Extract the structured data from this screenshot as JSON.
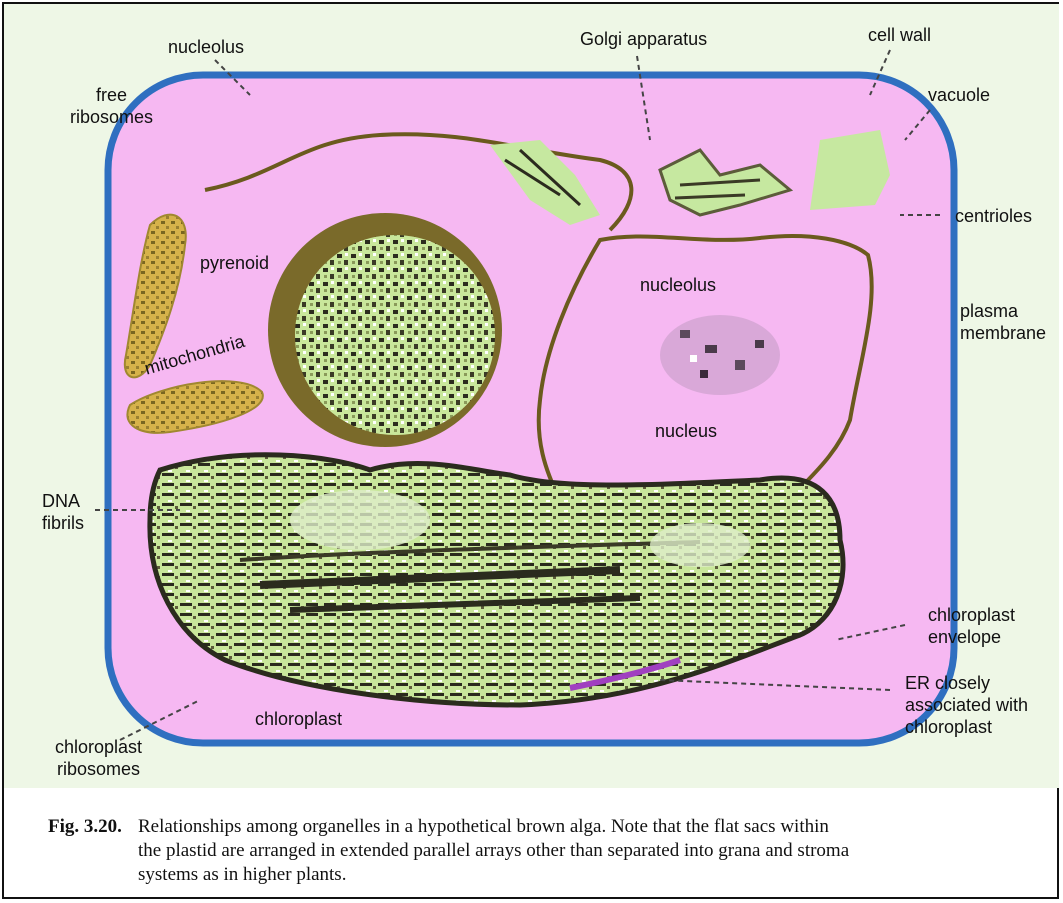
{
  "diagram": {
    "labels": {
      "nucleolus_top": "nucleolus",
      "golgi": "Golgi apparatus",
      "cell_wall": "cell wall",
      "free_ribosomes": "free\nribosomes",
      "vacuole": "vacuole",
      "centrioles": "centrioles",
      "pyrenoid": "pyrenoid",
      "nucleolus_inner": "nucleolus",
      "plasma_membrane": "plasma\nmembrane",
      "mitochondria": "mitochondria",
      "nucleus": "nucleus",
      "dna_fibrils": "DNA\nfibrils",
      "chloroplast_envelope": "chloroplast\nenvelope",
      "er": "ER closely\nassociated with\nchloroplast",
      "chloroplast": "chloroplast",
      "chloroplast_ribosomes": "chloroplast\nribosomes"
    },
    "colors": {
      "background": "#eef7e6",
      "cytoplasm": "#f6b8f2",
      "cell_wall": "#2f6fc0",
      "chloroplast": "#c9e79b",
      "mitochondria": "#d6b24a",
      "vacuole": "#c6e8a0",
      "membrane": "#6b5a1e"
    }
  },
  "caption": {
    "number": "Fig. 3.20.",
    "text_line1": "Relationships among organelles in a hypothetical brown alga. Note that the flat sacs within",
    "text_line2": "the plastid are arranged in extended parallel arrays other than separated into grana and stroma",
    "text_line3": "systems as in higher plants."
  }
}
